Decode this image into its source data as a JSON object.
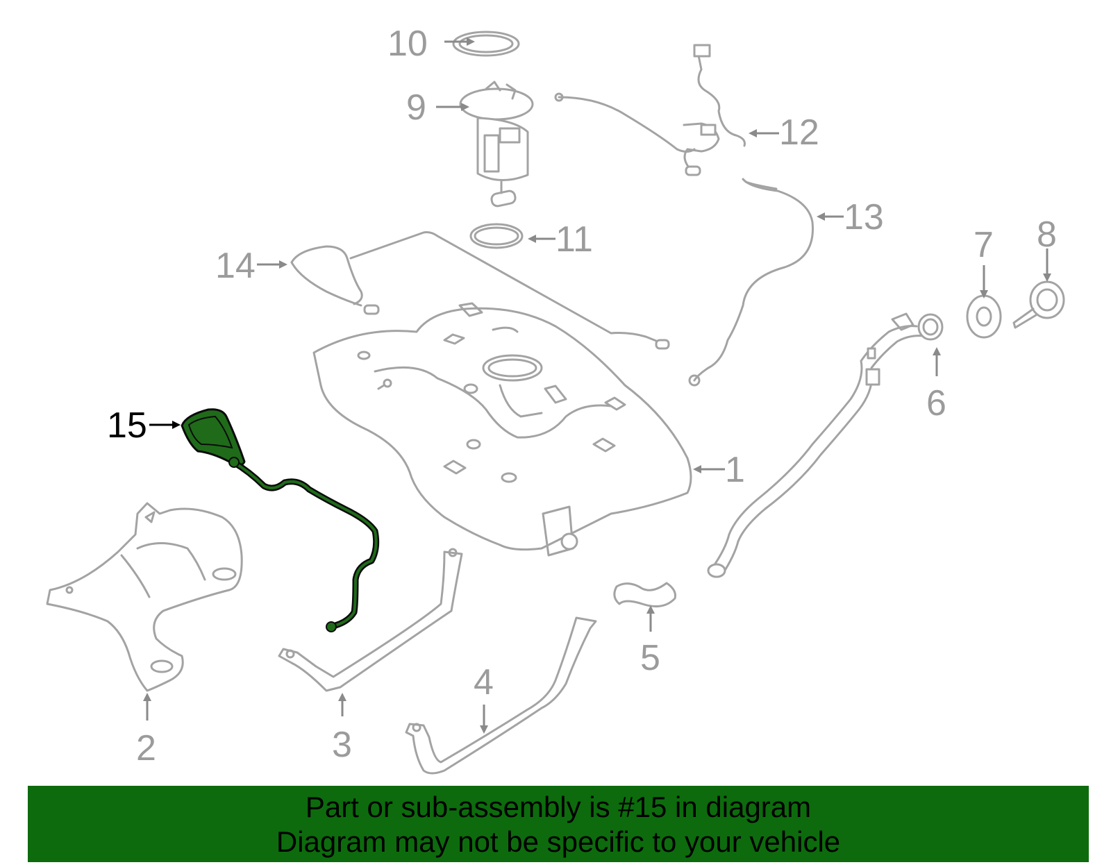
{
  "callouts": {
    "c1": "1",
    "c2": "2",
    "c3": "3",
    "c4": "4",
    "c5": "5",
    "c6": "6",
    "c7": "7",
    "c8": "8",
    "c9": "9",
    "c10": "10",
    "c11": "11",
    "c12": "12",
    "c13": "13",
    "c14": "14",
    "c15": "15"
  },
  "highlighted_part": "15",
  "colors": {
    "highlight_fill": "#1f6b1a",
    "banner": "#0d6b0d",
    "part_line": "#a3a3a3"
  },
  "banner": {
    "line1": "Part or sub-assembly is #15 in diagram",
    "line2": "Diagram may not be specific to your vehicle"
  }
}
